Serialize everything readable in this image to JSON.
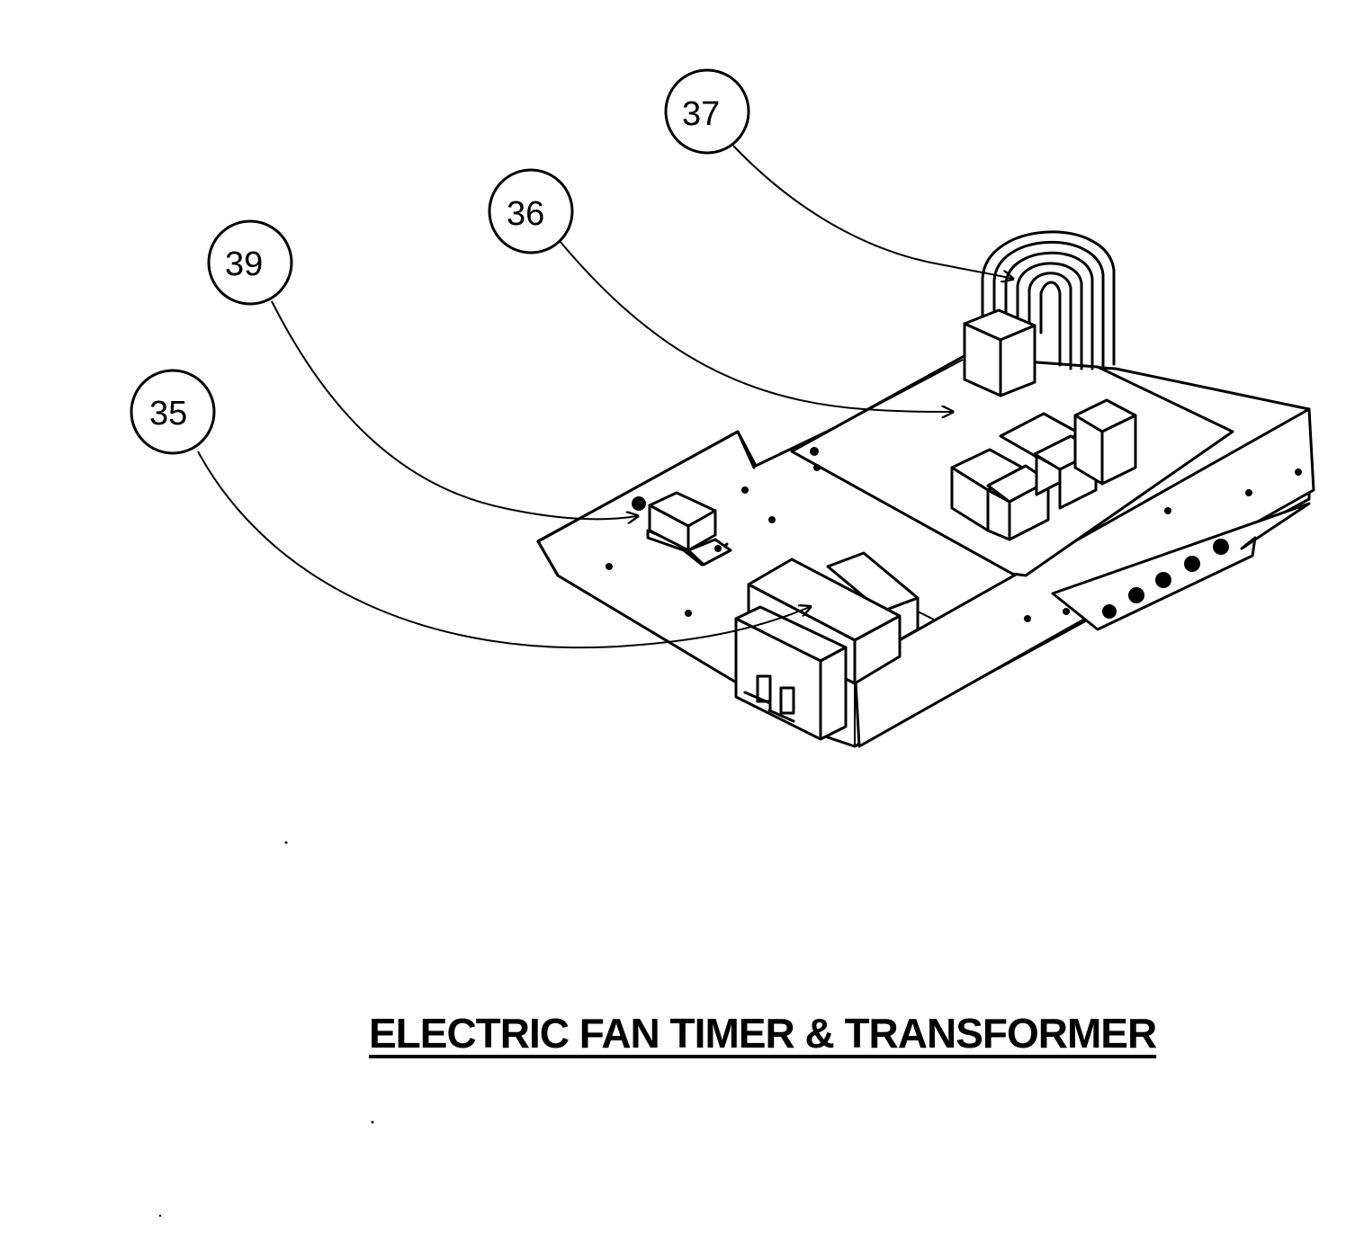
{
  "title": "ELECTRIC FAN TIMER & TRANSFORMER",
  "callouts": [
    {
      "id": "35",
      "label": "35",
      "part": "transformer"
    },
    {
      "id": "39",
      "label": "39",
      "part": "relay"
    },
    {
      "id": "36",
      "label": "36",
      "part": "circuit-board"
    },
    {
      "id": "37",
      "label": "37",
      "part": "wire-harness"
    }
  ]
}
